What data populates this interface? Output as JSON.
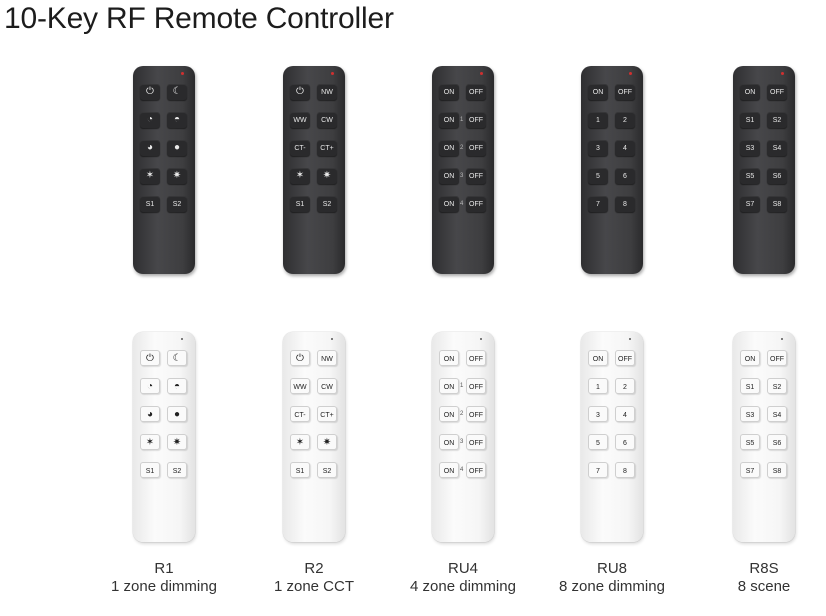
{
  "title": "10-Key RF Remote Controller",
  "models": [
    {
      "name": "R1",
      "desc": "1 zone dimming",
      "rows": [
        [
          "power-icon",
          "night-mode-icon"
        ],
        [
          "quarter-brightness-icon",
          "half-brightness-icon"
        ],
        [
          "three-quarter-brightness-icon",
          "full-brightness-icon"
        ],
        [
          "dim-down-icon",
          "dim-up-icon"
        ],
        [
          "S1",
          "S2"
        ]
      ],
      "glyphs": {
        "power-icon": "⏻",
        "night-mode-icon": "☾",
        "quarter-brightness-icon": "◔",
        "half-brightness-icon": "◓",
        "three-quarter-brightness-icon": "◕",
        "full-brightness-icon": "●",
        "dim-down-icon": "✶",
        "dim-up-icon": "✷"
      }
    },
    {
      "name": "R2",
      "desc": "1 zone CCT",
      "rows": [
        [
          "power-icon",
          "NW"
        ],
        [
          "WW",
          "CW"
        ],
        [
          "CT-",
          "CT+"
        ],
        [
          "dim-down-icon",
          "dim-up-icon"
        ],
        [
          "S1",
          "S2"
        ]
      ],
      "glyphs": {
        "power-icon": "⏻",
        "dim-down-icon": "✶",
        "dim-up-icon": "✷"
      }
    },
    {
      "name": "RU4",
      "desc": "4 zone dimming",
      "rows": [
        [
          "ON",
          "OFF"
        ],
        [
          "ON",
          "OFF"
        ],
        [
          "ON",
          "OFF"
        ],
        [
          "ON",
          "OFF"
        ],
        [
          "ON",
          "OFF"
        ]
      ],
      "zones": [
        "1",
        "2",
        "3",
        "4"
      ]
    },
    {
      "name": "RU8",
      "desc": "8 zone dimming",
      "rows": [
        [
          "ON",
          "OFF"
        ],
        [
          "1",
          "2"
        ],
        [
          "3",
          "4"
        ],
        [
          "5",
          "6"
        ],
        [
          "7",
          "8"
        ]
      ]
    },
    {
      "name": "R8S",
      "desc": "8 scene",
      "rows": [
        [
          "ON",
          "OFF"
        ],
        [
          "S1",
          "S2"
        ],
        [
          "S3",
          "S4"
        ],
        [
          "S5",
          "S6"
        ],
        [
          "S7",
          "S8"
        ]
      ]
    }
  ],
  "colors": {
    "dark_body": "#3f3f41",
    "led_red": "#d03030",
    "light_body": "#f6f6f6"
  }
}
